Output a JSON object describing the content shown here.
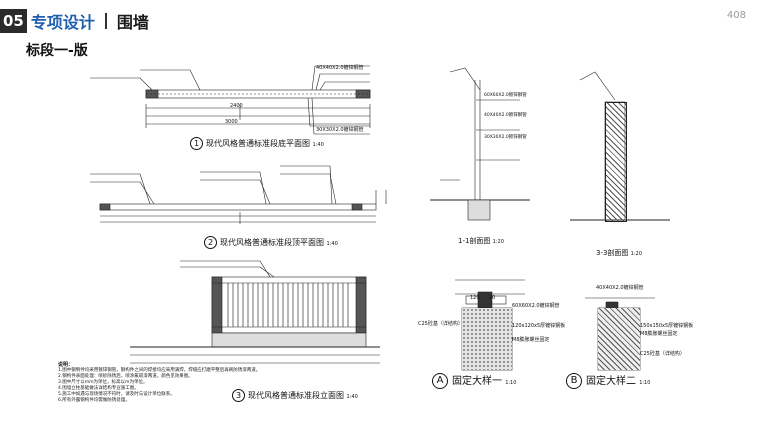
{
  "header": {
    "number": "05",
    "category": "专项设计",
    "title": "围墙",
    "page": "408"
  },
  "subtitle": "标段一-版",
  "drawings": {
    "plan1": {
      "caption_num": "1",
      "caption": "现代风格普通标准段底平面图",
      "scale": "1:40"
    },
    "plan2": {
      "caption_num": "2",
      "caption": "现代风格普通标准段顶平面图",
      "scale": "1:40"
    },
    "elev3": {
      "caption_num": "3",
      "caption": "现代风格普通标准段立面图",
      "scale": "1:40"
    },
    "sec11": {
      "caption": "1-1剖面图",
      "scale": "1:20"
    },
    "sec33": {
      "caption": "3-3剖面图",
      "scale": "1:20"
    },
    "detailA": {
      "caption_num": "A",
      "caption": "固定大样一",
      "scale": "1:10"
    },
    "detailB": {
      "caption_num": "B",
      "caption": "固定大样二",
      "scale": "1:10"
    }
  },
  "labels": {
    "steel_4040": "40X40X2.0镀锌钢管",
    "steel_6060": "60X60X2.0镀锌钢管",
    "steel_3030": "30X30X2.0镀锌钢管",
    "post_120": "120x120x5厚镀锌钢板",
    "post_150": "150x150x5厚镀锌钢板",
    "bolt_m8": "M8膨胀螺丝固定",
    "c25": "C25砼基（详结构）",
    "dim_120": "120",
    "dim_20": "20",
    "dim_2400": "2400",
    "dim_3000": "3000",
    "notes_title": "说明："
  },
  "notes": [
    "1.图中钢制件均采用镀锌钢管，钢构件之间的焊接均应采用满焊，焊缝应打磨平整后再刷防锈漆两道。",
    "2.钢构件表面处理：喷砂除锈后，喷涂氟碳漆两道，颜色见效果图。",
    "3.图中尺寸以mm为单位，标高以m为单位。",
    "4.围墙立柱基础做法详结构专业施工图。",
    "5.施工中如遇与现场情况不符时，请及时与设计单位联系。",
    "6.所有外露钢构件均需做防锈处理。"
  ]
}
